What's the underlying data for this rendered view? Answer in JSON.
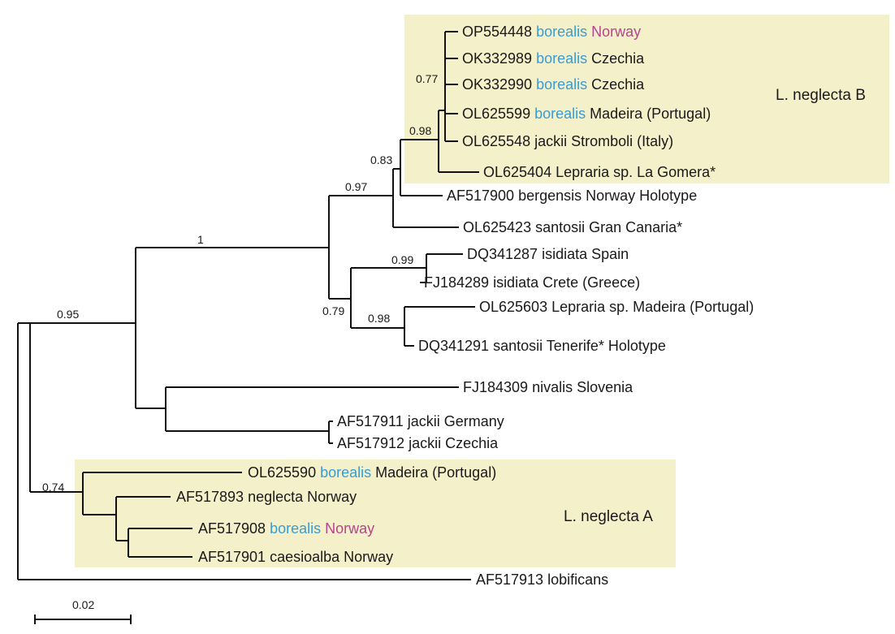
{
  "colors": {
    "highlight_box": "#f4f0c9",
    "species_blue": "#3a9bd5",
    "country_magenta": "#b8448f"
  },
  "clades": {
    "b_label": "L. neglecta B",
    "a_label": "L. neglecta A"
  },
  "support": {
    "s1": "1",
    "s095": "0.95",
    "s097": "0.97",
    "s083": "0.83",
    "s098a": "0.98",
    "s077": "0.77",
    "s099": "0.99",
    "s079": "0.79",
    "s098b": "0.98",
    "s074": "0.74"
  },
  "taxa": [
    {
      "acc": "OP554448",
      "species": "borealis",
      "locality": "Norway",
      "species_color": "blue",
      "locality_color": "magenta"
    },
    {
      "acc": "OK332989",
      "species": "borealis",
      "locality": "Czechia",
      "species_color": "blue"
    },
    {
      "acc": "OK332990",
      "species": "borealis",
      "locality": "Czechia",
      "species_color": "blue"
    },
    {
      "acc": "OL625599",
      "species": "borealis",
      "locality": "Madeira (Portugal)",
      "species_color": "blue"
    },
    {
      "acc": "OL625548",
      "species": "jackii",
      "locality": "Stromboli (Italy)"
    },
    {
      "acc": "OL625404",
      "species": "Lepraria sp.",
      "locality": "La Gomera*"
    },
    {
      "acc": "AF517900",
      "species": "bergensis",
      "locality": "Norway Holotype"
    },
    {
      "acc": "OL625423",
      "species": "santosii",
      "locality": "Gran Canaria*"
    },
    {
      "acc": "DQ341287",
      "species": "isidiata",
      "locality": "Spain"
    },
    {
      "acc": "FJ184289",
      "species": "isidiata",
      "locality": "Crete (Greece)"
    },
    {
      "acc": "OL625603",
      "species": "Lepraria sp.",
      "locality": "Madeira (Portugal)"
    },
    {
      "acc": "DQ341291",
      "species": "santosii",
      "locality": "Tenerife*  Holotype"
    },
    {
      "acc": "FJ184309",
      "species": "nivalis",
      "locality": "Slovenia"
    },
    {
      "acc": "AF517911",
      "species": "jackii",
      "locality": "Germany"
    },
    {
      "acc": "AF517912",
      "species": "jackii",
      "locality": "Czechia"
    },
    {
      "acc": "OL625590",
      "species": "borealis",
      "locality": "Madeira (Portugal)",
      "species_color": "blue"
    },
    {
      "acc": "AF517893",
      "species": "neglecta",
      "locality": "Norway"
    },
    {
      "acc": "AF517908",
      "species": "borealis",
      "locality": "Norway",
      "species_color": "blue",
      "locality_color": "magenta"
    },
    {
      "acc": "AF517901",
      "species": "caesioalba",
      "locality": "Norway"
    },
    {
      "acc": "AF517913",
      "species": "lobificans",
      "locality": ""
    }
  ],
  "scale_bar": {
    "label": "0.02"
  }
}
